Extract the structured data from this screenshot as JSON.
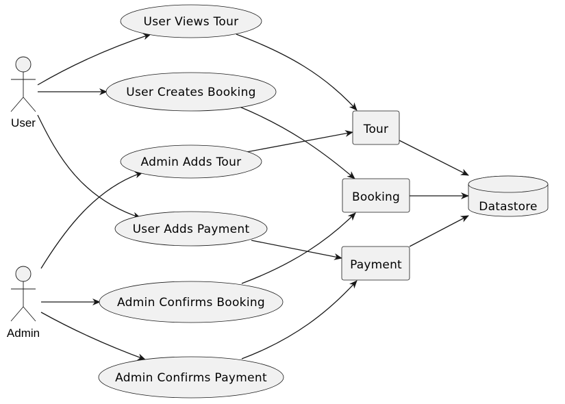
{
  "actors": [
    {
      "id": "user",
      "label": "User"
    },
    {
      "id": "admin",
      "label": "Admin"
    }
  ],
  "use_cases": [
    {
      "id": "user-views-tour",
      "label": "User Views Tour"
    },
    {
      "id": "user-creates-booking",
      "label": "User Creates Booking"
    },
    {
      "id": "admin-adds-tour",
      "label": "Admin Adds Tour"
    },
    {
      "id": "user-adds-payment",
      "label": "User Adds Payment"
    },
    {
      "id": "admin-confirms-booking",
      "label": "Admin Confirms Booking"
    },
    {
      "id": "admin-confirms-payment",
      "label": "Admin Confirms Payment"
    }
  ],
  "components": [
    {
      "id": "tour",
      "label": "Tour"
    },
    {
      "id": "booking",
      "label": "Booking"
    },
    {
      "id": "payment",
      "label": "Payment"
    }
  ],
  "datastore": {
    "id": "datastore",
    "label": "Datastore"
  },
  "edges": [
    {
      "from": "user",
      "to": "user-views-tour"
    },
    {
      "from": "user",
      "to": "user-creates-booking"
    },
    {
      "from": "user",
      "to": "user-adds-payment"
    },
    {
      "from": "admin",
      "to": "admin-adds-tour"
    },
    {
      "from": "admin",
      "to": "admin-confirms-booking"
    },
    {
      "from": "admin",
      "to": "admin-confirms-payment"
    },
    {
      "from": "user-views-tour",
      "to": "tour"
    },
    {
      "from": "user-creates-booking",
      "to": "booking"
    },
    {
      "from": "admin-adds-tour",
      "to": "tour"
    },
    {
      "from": "user-adds-payment",
      "to": "payment"
    },
    {
      "from": "admin-confirms-booking",
      "to": "booking"
    },
    {
      "from": "admin-confirms-payment",
      "to": "payment"
    },
    {
      "from": "tour",
      "to": "datastore"
    },
    {
      "from": "booking",
      "to": "datastore"
    },
    {
      "from": "payment",
      "to": "datastore"
    }
  ]
}
